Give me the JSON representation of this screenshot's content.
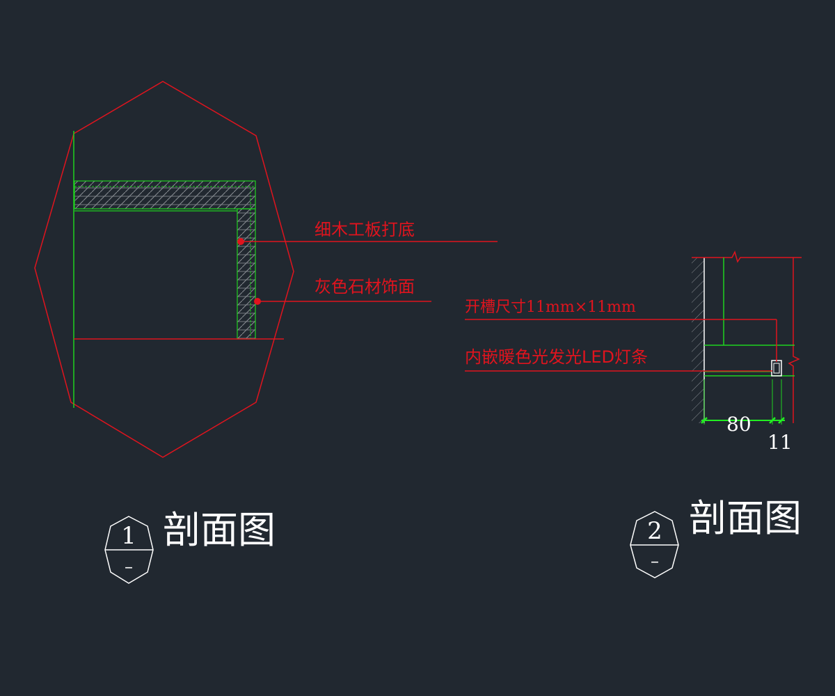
{
  "colors": {
    "background": "#212830",
    "red": "#e0141e",
    "green": "#1fd21f",
    "white": "#ffffff",
    "gray": "#8a8f94",
    "dimension_green": "#22ee22"
  },
  "detail_1": {
    "labels": {
      "plywood_base": "细木工板打底",
      "stone_finish": "灰色石材饰面"
    },
    "title": "剖面图",
    "index_number": "1",
    "index_sheet": "–"
  },
  "detail_2": {
    "labels": {
      "groove_size": "开槽尺寸11mm×11mm",
      "led_strip": "内嵌暖色光发光LED灯条"
    },
    "dimensions": {
      "width_main": "80",
      "width_groove": "11"
    },
    "title": "剖面图",
    "index_number": "2",
    "index_sheet": "–"
  }
}
